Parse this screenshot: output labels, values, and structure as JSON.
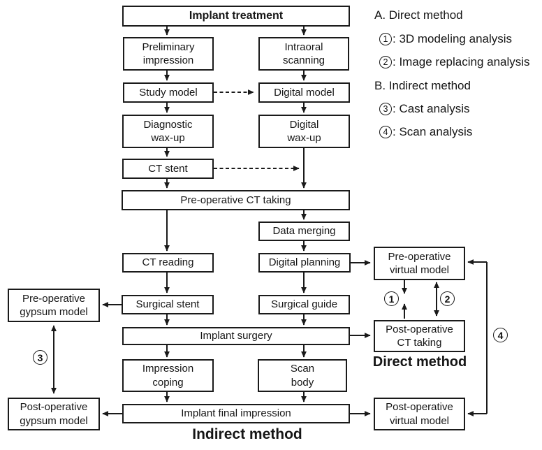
{
  "figure": {
    "background": "#ffffff",
    "line_color": "#1a1a1a"
  },
  "nodes": {
    "implant_treatment": "Implant treatment",
    "preliminary_impression": "Preliminary impression",
    "intraoral_scanning": "Intraoral scanning",
    "study_model": "Study model",
    "digital_model": "Digital model",
    "diagnostic_waxup": "Diagnostic wax-up",
    "digital_waxup": "Digital wax-up",
    "ct_stent": "CT stent",
    "preop_ct_taking": "Pre-operative CT taking",
    "data_merging": "Data merging",
    "ct_reading": "CT reading",
    "digital_planning": "Digital planning",
    "preop_virtual_model": "Pre-operative virtual model",
    "surgical_stent": "Surgical stent",
    "surgical_guide": "Surgical guide",
    "implant_surgery": "Implant surgery",
    "postop_ct_taking": "Post-operative CT taking",
    "impression_coping": "Impression coping",
    "scan_body": "Scan body",
    "implant_final_impression": "Implant final impression",
    "preop_gypsum_model": "Pre-operative gypsum model",
    "postop_gypsum_model": "Post-operative gypsum model",
    "postop_virtual_model": "Post-operative virtual model"
  },
  "section_labels": {
    "direct_method": "Direct method",
    "indirect_method": "Indirect method"
  },
  "markers": {
    "m1": "1",
    "m2": "2",
    "m3": "3",
    "m4": "4"
  },
  "legend": {
    "group_a": "A. Direct method",
    "item_1": {
      "num": "1",
      "text": ": 3D modeling analysis"
    },
    "item_2": {
      "num": "2",
      "text": ": Image replacing analysis"
    },
    "group_b": "B. Indirect method",
    "item_3": {
      "num": "3",
      "text": ": Cast analysis"
    },
    "item_4": {
      "num": "4",
      "text": ": Scan analysis"
    }
  }
}
